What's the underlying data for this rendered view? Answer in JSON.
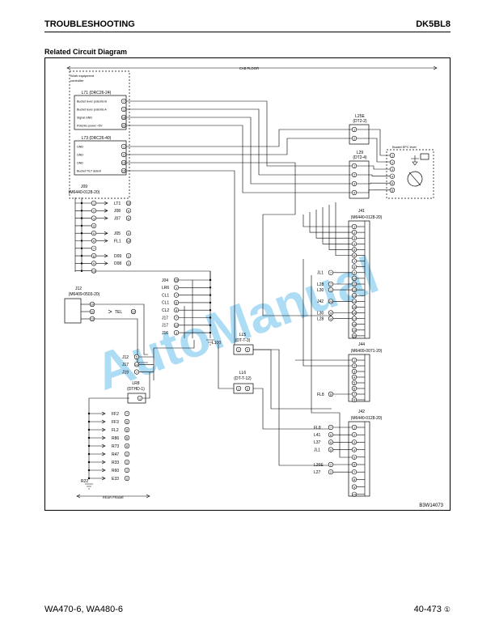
{
  "header": {
    "left": "TROUBLESHOOTING",
    "right": "DK5BL8"
  },
  "subtitle": "Related Circuit Diagram",
  "diagram": {
    "cab_floor": "CAB FLOOR",
    "rear_frame": "REAR FRAME",
    "work_ctrl": [
      "Work equipment",
      "controller"
    ],
    "l71": {
      "title": "L71 (DRC26-24)",
      "rows": [
        {
          "label": "Bucket lever potentio B",
          "pin": "7"
        },
        {
          "label": "Bucket lever potentio A",
          "pin": "1"
        },
        {
          "label": "Signal GND",
          "pin": "18"
        },
        {
          "label": "Potentio power +5V",
          "pin": "22"
        }
      ]
    },
    "l73": {
      "title": "L73 (DRC26-40)",
      "rows": [
        {
          "label": "GND",
          "pin": "1"
        },
        {
          "label": "GND",
          "pin": "2"
        },
        {
          "label": "GND",
          "pin": "13"
        },
        {
          "label": "Bucket TILT detent",
          "pin": "10"
        }
      ]
    },
    "l25e": {
      "title": [
        "L25E",
        "(DT2-2)"
      ],
      "pins": [
        "1",
        "2"
      ]
    },
    "l29": {
      "title": [
        "L29",
        "(DT2-4)"
      ],
      "pins": [
        "1",
        "2",
        "3",
        "4"
      ]
    },
    "bucket_epc": "Bucket EPC lever",
    "epc_pins": [
      "1",
      "2",
      "3",
      "4",
      "5",
      "6"
    ],
    "j09": {
      "title": [
        "J09",
        "(M6440-0128-20)"
      ],
      "pins": [
        "1",
        "2",
        "3",
        "4",
        "5",
        "6",
        "7",
        "8",
        "9",
        "10"
      ],
      "labels": [
        {
          "text": "LT1",
          "pin": "10"
        },
        {
          "text": "J08",
          "pin": "6"
        },
        {
          "text": "J07",
          "pin": "5"
        },
        {
          "text": "J05",
          "pin": "9"
        },
        {
          "text": "FL1",
          "pin": "10"
        },
        {
          "text": "D09",
          "pin": "2"
        },
        {
          "text": "D08",
          "pin": "2"
        }
      ]
    },
    "mid_conn": [
      {
        "text": "J04",
        "pin": "15"
      },
      {
        "text": "LR6",
        "pin": "1"
      },
      {
        "text": "CL1",
        "pin": "7"
      },
      {
        "text": "CL1",
        "pin": "8"
      },
      {
        "text": "CL2",
        "pin": "8"
      },
      {
        "text": "J17",
        "pin": "7"
      },
      {
        "text": "J17",
        "pin": "12"
      },
      {
        "text": "J16",
        "pin": "4"
      }
    ],
    "l100": "L100",
    "j12": {
      "title": [
        "J12",
        "(M6409-0503-20)"
      ],
      "tel": "TEL",
      "tel_pin": "12",
      "pins": [
        "10",
        "11",
        "12"
      ]
    },
    "j_small": [
      {
        "text": "J12",
        "pin": "5"
      },
      {
        "text": "J17",
        "pin": "14"
      },
      {
        "text": "J19",
        "pin": "7"
      }
    ],
    "lr8": {
      "title": [
        "LR8",
        "(DTHD-1)"
      ],
      "pin": "1"
    },
    "rear": [
      {
        "text": "FF2",
        "pin": "7"
      },
      {
        "text": "FF3",
        "pin": "6"
      },
      {
        "text": "FL2",
        "pin": "8"
      },
      {
        "text": "R86",
        "pin": "A"
      },
      {
        "text": "R73",
        "pin": "A"
      },
      {
        "text": "R47",
        "pin": "2"
      },
      {
        "text": "R33",
        "pin": "2"
      },
      {
        "text": "R60",
        "pin": "2"
      },
      {
        "text": "E33",
        "pin": "2"
      }
    ],
    "r22": "R22",
    "ll5": {
      "title": [
        "LL5",
        "(DT-T-3)"
      ],
      "pins": [
        "1",
        "2"
      ]
    },
    "ll6": {
      "title": [
        "LL6",
        "(DT-T-12)"
      ],
      "pins": [
        "1",
        "2"
      ]
    },
    "j41": {
      "title": [
        "J41",
        "(M6440-0128-20)"
      ],
      "pins": [
        "1",
        "2",
        "3",
        "4",
        "5",
        "6",
        "7",
        "8",
        "9",
        "10",
        "11",
        "12",
        "13",
        "14",
        "15",
        "16",
        "17",
        "18",
        "19",
        "20"
      ],
      "labels": [
        {
          "text": "JL1",
          "pin": "7",
          "row": 8
        },
        {
          "text": "L28",
          "pin": "7",
          "row": 10
        },
        {
          "text": "L30",
          "pin": "1",
          "row": 11
        },
        {
          "text": "J42",
          "pin": "20",
          "row": 13
        },
        {
          "text": "L30",
          "pin": "4",
          "row": 15
        },
        {
          "text": "L28",
          "pin": "4",
          "row": 16
        }
      ]
    },
    "j44": {
      "title": [
        "J44",
        "(M6409-0071-20)"
      ],
      "pins": [
        "1",
        "2",
        "3",
        "4",
        "5",
        "6",
        "7",
        "8"
      ],
      "labels": [
        {
          "text": "FL8",
          "pin": "8",
          "row": 6
        }
      ]
    },
    "j42": {
      "title": [
        "J42",
        "(M6440-0128-20)"
      ],
      "pins": [
        "1",
        "2",
        "3",
        "4",
        "5",
        "6",
        "7",
        "8",
        "9",
        "10"
      ],
      "labels": [
        {
          "text": "FL8",
          "pin": "7",
          "row": 0
        },
        {
          "text": "L41",
          "pin": "6",
          "row": 1
        },
        {
          "text": "L37",
          "pin": "6",
          "row": 2
        },
        {
          "text": "JL1",
          "pin": "6",
          "row": 3
        },
        {
          "text": "L26E",
          "pin": "2",
          "row": 5
        },
        {
          "text": "L27",
          "pin": "2",
          "row": 6
        }
      ]
    },
    "ref": "B3W14073"
  },
  "footer": {
    "left": "WA470-6, WA480-6",
    "right": "40-473",
    "mark": "①"
  }
}
